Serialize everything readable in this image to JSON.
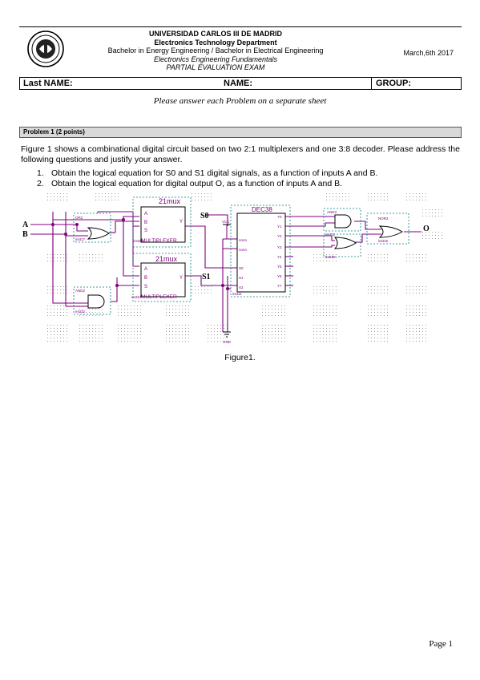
{
  "header": {
    "university": "UNIVERSIDAD CARLOS III DE MADRID",
    "department": "Electronics Technology Department",
    "degrees": "Bachelor in Energy Engineering / Bachelor in Electrical Engineering",
    "course": "Electronics Engineering Fundamentals",
    "exam": "PARTIAL EVALUATION EXAM",
    "date": "March,6th 2017"
  },
  "name_row": {
    "last_name": "Last NAME:",
    "name": "NAME:",
    "group": "GROUP:"
  },
  "instruction": "Please answer each Problem on a separate sheet",
  "problem": {
    "title": "Problem 1 (2 points)",
    "text": "Figure 1 shows a combinational digital circuit based on two 2:1 multiplexers and one 3:8 decoder. Please address the following questions and justify your answer.",
    "questions": [
      {
        "num": "1.",
        "text": "Obtain the logical equation for S0 and S1 digital signals, as a function of inputs A and B."
      },
      {
        "num": "2.",
        "text": "Obtain the logical equation for digital output O, as a function of inputs A and B."
      }
    ]
  },
  "figure": {
    "caption": "Figure1.",
    "inputs": [
      "A",
      "B"
    ],
    "output": "O",
    "mux_title": "21mux",
    "mux_sub": "MULTIPLEXER",
    "mux_pins": [
      "A",
      "B",
      "S",
      "Y"
    ],
    "signals": [
      "S0",
      "S1"
    ],
    "decoder_title": "DEC38",
    "decoder_left_pins": [
      "nnnn",
      "nnnn",
      "S0",
      "S1",
      "S2"
    ],
    "decoder_right_pins": [
      "Y0",
      "Y1",
      "Y2",
      "Y3",
      "Y4",
      "Y5",
      "Y6",
      "Y7"
    ],
    "gates": {
      "or": "OR2",
      "and": "AND2",
      "and3": "AND3",
      "nor": "NOR2"
    },
    "instances": [
      "inst17",
      "inst33",
      "inst34",
      "inst32",
      "inst11",
      "inst12",
      "inst19",
      "inst15"
    ],
    "gnd": "GND",
    "vcc": "VCC"
  },
  "page_number": "Page 1"
}
